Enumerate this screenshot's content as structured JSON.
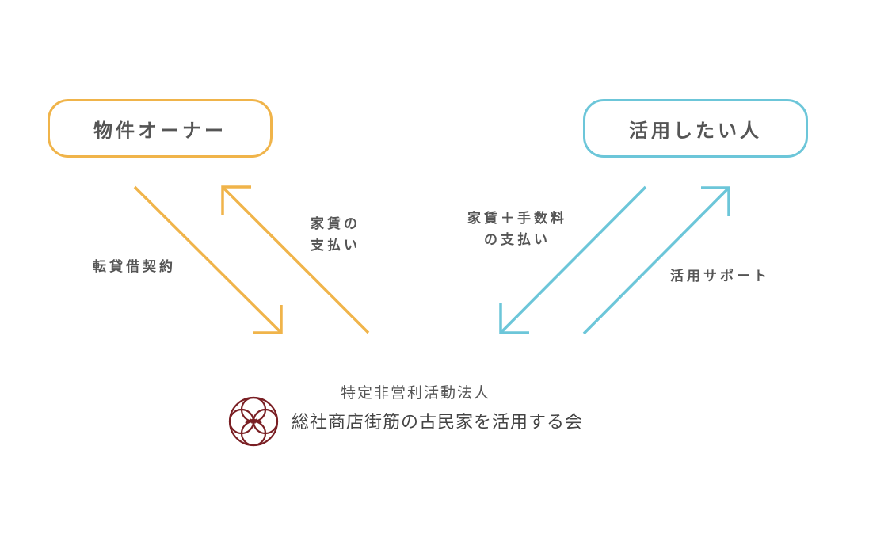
{
  "nodes": {
    "owner": "物件オーナー",
    "user": "活用したい人"
  },
  "edges": {
    "sublease": "転貸借契約",
    "rent_line1": "家賃の",
    "rent_line2": "支払い",
    "rent_fee_line1": "家賃＋手数料",
    "rent_fee_line2": "の支払い",
    "support": "活用サポート"
  },
  "organization": {
    "type": "特定非営利活動法人",
    "name": "総社商店街筋の古民家を活用する会"
  },
  "colors": {
    "owner": "#F0B44A",
    "user": "#6CC6D9",
    "logo": "#7A1F24",
    "text": "#555555"
  }
}
